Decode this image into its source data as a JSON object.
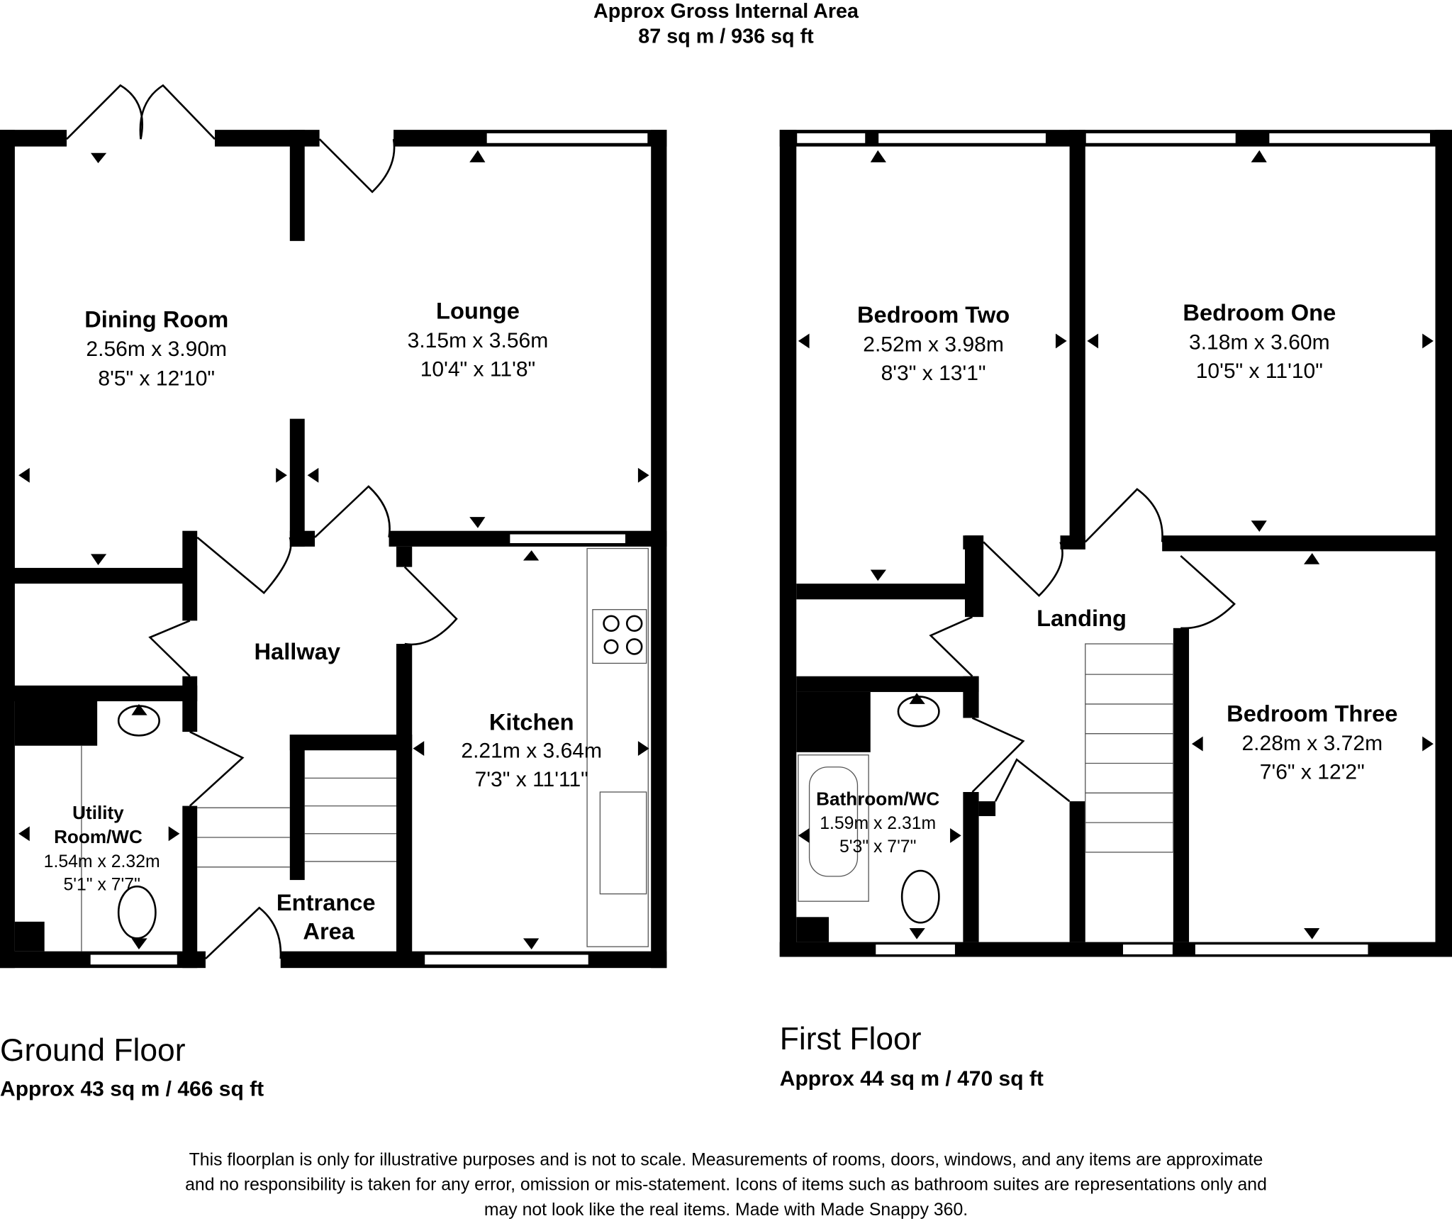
{
  "header": {
    "title": "Approx Gross Internal Area",
    "area": "87 sq m / 936 sq ft"
  },
  "ground_floor": {
    "label": "Ground Floor",
    "area": "Approx 43 sq m / 466 sq ft",
    "rooms": {
      "dining": {
        "name": "Dining Room",
        "metric": "2.56m x 3.90m",
        "imperial": "8'5\" x 12'10\""
      },
      "lounge": {
        "name": "Lounge",
        "metric": "3.15m x 3.56m",
        "imperial": "10'4\" x 11'8\""
      },
      "hallway": {
        "name": "Hallway"
      },
      "kitchen": {
        "name": "Kitchen",
        "metric": "2.21m x 3.64m",
        "imperial": "7'3\" x 11'11\""
      },
      "utility": {
        "name1": "Utility",
        "name2": "Room/WC",
        "metric": "1.54m x 2.32m",
        "imperial": "5'1\" x 7'7\""
      },
      "entrance": {
        "name1": "Entrance",
        "name2": "Area"
      }
    }
  },
  "first_floor": {
    "label": "First Floor",
    "area": "Approx 44 sq m / 470 sq ft",
    "rooms": {
      "bed2": {
        "name": "Bedroom Two",
        "metric": "2.52m x 3.98m",
        "imperial": "8'3\" x 13'1\""
      },
      "bed1": {
        "name": "Bedroom One",
        "metric": "3.18m x 3.60m",
        "imperial": "10'5\" x 11'10\""
      },
      "landing": {
        "name": "Landing"
      },
      "bed3": {
        "name": "Bedroom Three",
        "metric": "2.28m x 3.72m",
        "imperial": "7'6\" x 12'2\""
      },
      "bath": {
        "name": "Bathroom/WC",
        "metric": "1.59m x 2.31m",
        "imperial": "5'3\" x 7'7\""
      }
    }
  },
  "disclaimer": {
    "line1": "This floorplan is only for illustrative purposes and is not to scale. Measurements of rooms, doors, windows, and any items are approximate",
    "line2": "and no responsibility is taken for any error, omission or mis-statement. Icons of items such as bathroom suites are representations only and",
    "line3": "may not look like the real items. Made with Made Snappy 360."
  }
}
